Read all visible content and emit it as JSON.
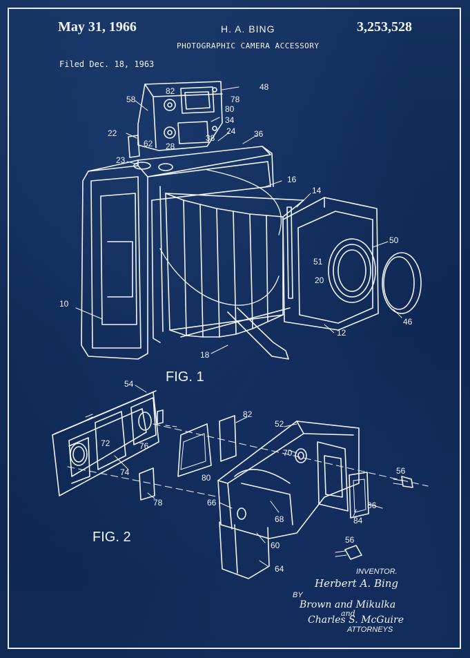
{
  "header": {
    "date": "May 31, 1966",
    "inventor": "H. A. BING",
    "patent_number": "3,253,528",
    "title": "PHOTOGRAPHIC CAMERA ACCESSORY",
    "filed": "Filed Dec. 18, 1963"
  },
  "figures": {
    "fig1": "FIG. 1",
    "fig2": "FIG. 2"
  },
  "fig1_labels": [
    "82",
    "78",
    "48",
    "58",
    "80",
    "34",
    "22",
    "24",
    "36",
    "62",
    "28",
    "38",
    "23",
    "16",
    "14",
    "10",
    "50",
    "51",
    "20",
    "46",
    "12",
    "18"
  ],
  "fig2_labels": [
    "54",
    "82",
    "52",
    "72",
    "76",
    "70",
    "74",
    "80",
    "56",
    "78",
    "66",
    "68",
    "86",
    "84",
    "56",
    "60",
    "64"
  ],
  "signature": {
    "inventor_label": "INVENTOR.",
    "inventor_signature": "Herbert A. Bing",
    "by": "BY",
    "attorney_signature_1": "Brown and Mikulka",
    "attorney_and": "and",
    "attorney_signature_2": "Charles S. McGuire",
    "attorneys_label": "ATTORNEYS"
  },
  "colors": {
    "background": "#0f2a55",
    "ink": "#f2f4f8"
  }
}
